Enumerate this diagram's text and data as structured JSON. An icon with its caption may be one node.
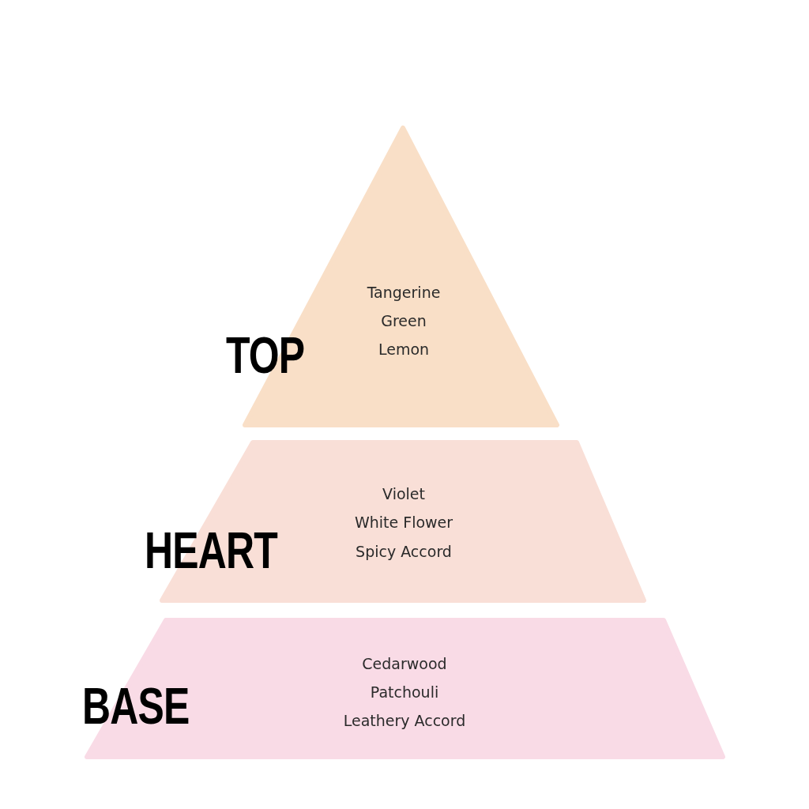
{
  "diagram": {
    "nodes": [
      {
        "text": [
          "TOP",
          "Tangerine",
          "Green",
          "Lemon"
        ]
      },
      {
        "text": [
          "HEART",
          "Violet",
          "White Flower",
          "Spicy Accord"
        ]
      },
      {
        "text": [
          "BASE",
          "Cedarwood",
          "Patchouli",
          "Leathery Accord"
        ]
      }
    ]
  }
}
